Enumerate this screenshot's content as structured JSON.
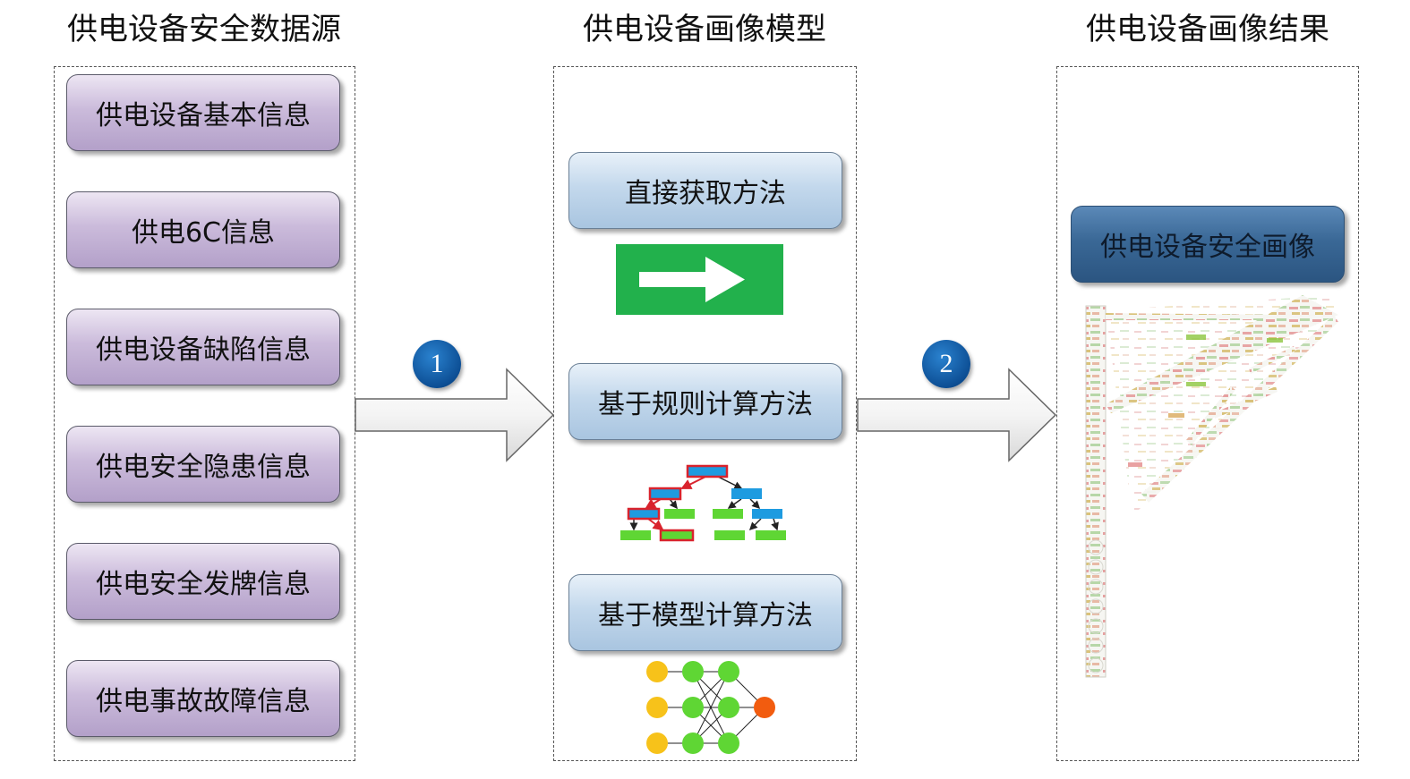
{
  "columns": {
    "sources": {
      "title": "供电设备安全数据源",
      "items": [
        "供电设备基本信息",
        "供电6C信息",
        "供电设备缺陷信息",
        "供电安全隐患信息",
        "供电安全发牌信息",
        "供电事故故障信息"
      ]
    },
    "model": {
      "title": "供电设备画像模型",
      "methods": [
        "直接获取方法",
        "基于规则计算方法",
        "基于模型计算方法"
      ]
    },
    "result": {
      "title": "供电设备画像结果",
      "output": "供电设备安全画像"
    }
  },
  "steps": [
    "1",
    "2"
  ],
  "icons": {
    "direct": "green-exit-arrow-icon",
    "rules": "decision-tree-icon",
    "model": "neural-network-icon",
    "result": "word-cloud-catenary-icon"
  },
  "colors": {
    "source_box": "#c4b5d6",
    "method_box": "#bdd4ea",
    "result_box": "#3a6896",
    "badge": "#0d4f95",
    "green": "#22b14c"
  }
}
